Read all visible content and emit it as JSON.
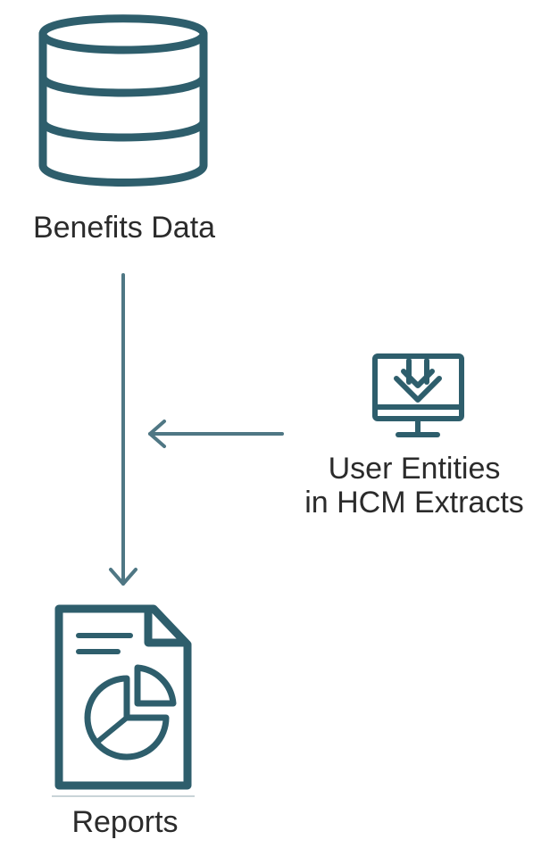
{
  "nodes": {
    "benefits": {
      "label": "Benefits Data",
      "icon": "database-icon"
    },
    "user_entities": {
      "label_line1": "User Entities",
      "label_line2": "in HCM Extracts",
      "icon": "monitor-download-icon"
    },
    "reports": {
      "label": "Reports",
      "icon": "report-document-icon"
    }
  },
  "edges": [
    {
      "from": "benefits",
      "to": "reports",
      "style": "arrow-down"
    },
    {
      "from": "user_entities",
      "to": "benefits-reports-flow",
      "style": "arrow-left"
    }
  ],
  "colors": {
    "icon_stroke": "#2e5e6c",
    "connector": "#4f7784",
    "text": "#2b2b2b",
    "background": "#ffffff"
  }
}
